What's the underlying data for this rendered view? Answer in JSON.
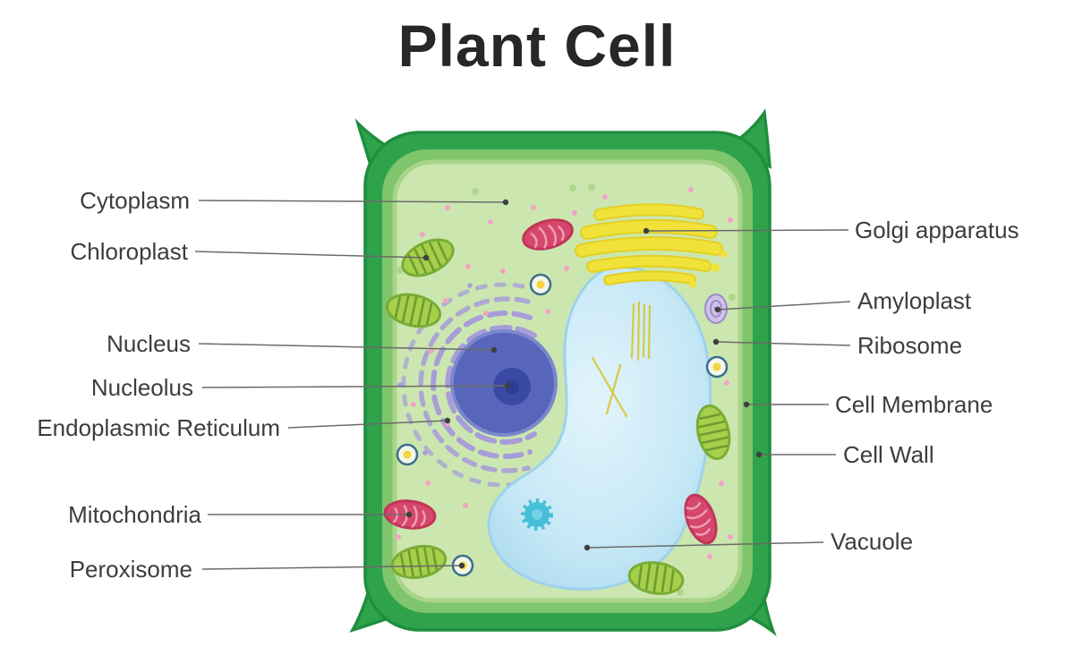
{
  "title": "Plant Cell",
  "left_labels": [
    {
      "name": "cytoplasm",
      "label": "Cytoplasm"
    },
    {
      "name": "chloroplast",
      "label": "Chloroplast"
    },
    {
      "name": "nucleus",
      "label": "Nucleus"
    },
    {
      "name": "nucleolus",
      "label": "Nucleolus"
    },
    {
      "name": "endoplasmic-reticulum",
      "label": "Endoplasmic Reticulum"
    },
    {
      "name": "mitochondria",
      "label": "Mitochondria"
    },
    {
      "name": "peroxisome",
      "label": "Peroxisome"
    }
  ],
  "right_labels": [
    {
      "name": "golgi-apparatus",
      "label": "Golgi apparatus"
    },
    {
      "name": "amyloplast",
      "label": "Amyloplast"
    },
    {
      "name": "ribosome",
      "label": "Ribosome"
    },
    {
      "name": "cell-membrane",
      "label": "Cell Membrane"
    },
    {
      "name": "cell-wall",
      "label": "Cell Wall"
    },
    {
      "name": "vacuole",
      "label": "Vacuole"
    }
  ],
  "colors": {
    "cell_wall": "#2FA24C",
    "cell_wall_edge": "#1F8E3E",
    "cell_membrane": "#7FC56B",
    "cytoplasm": "#CBE7AF",
    "nucleus": "#5766BA",
    "nucleus_edge": "#7B87CE",
    "nucleolus": "#3A49A3",
    "vacuole_fill": "#C2E6F5",
    "vacuole_edge": "#9ED2EC",
    "golgi": "#F0E238",
    "golgi_edge": "#E3CF25",
    "chloroplast": "#A6CF4B",
    "chloroplast_stripe": "#6E9C2F",
    "mitochondria": "#D5476B",
    "er": "#A89DD8",
    "ribosome_dot": "#F2A3C5",
    "amyloplast": "#CDC2E6",
    "peroxisome_ring": "#3E6E8E",
    "peroxisome_center": "#F2D43C",
    "leader_line": "#6B6B6B",
    "leader_dot": "#3F3F3F",
    "label_text": "#3D3D3D",
    "title_text": "#272727"
  }
}
